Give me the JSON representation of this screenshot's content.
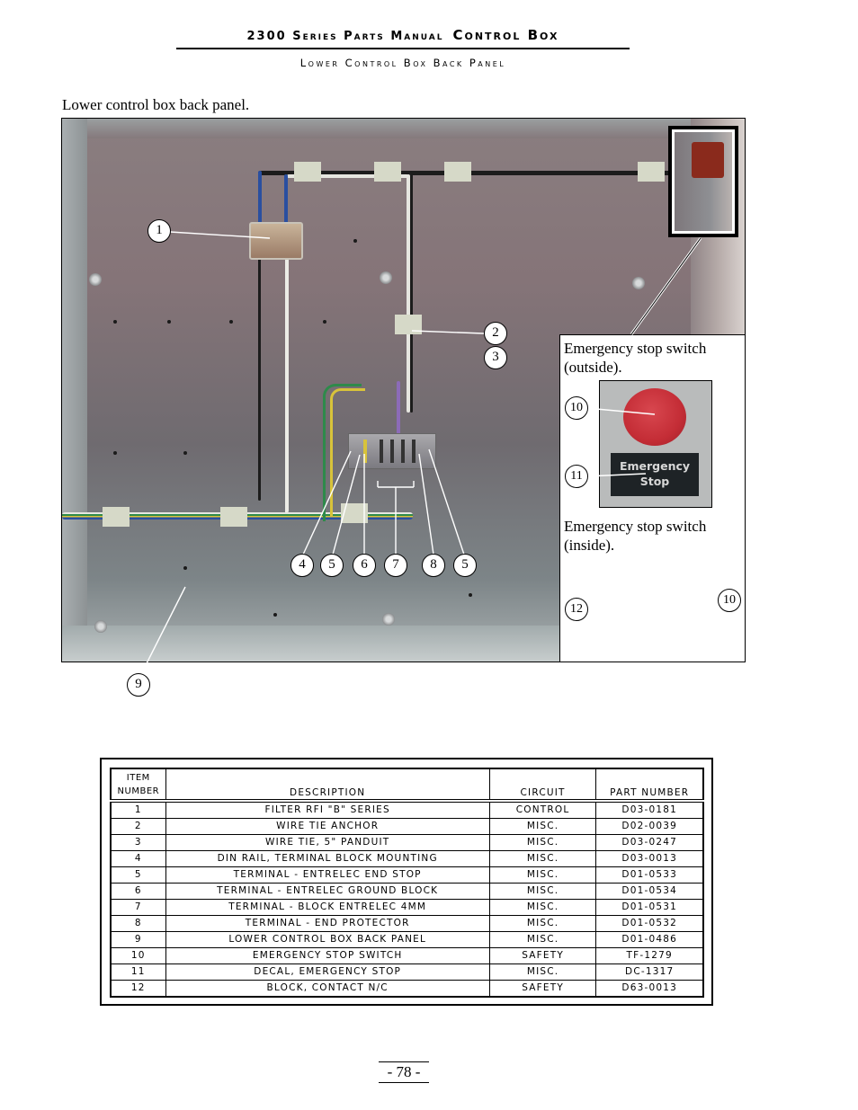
{
  "header": {
    "title_left": "2300 Series Parts Manual",
    "title_right": "Control Box",
    "subtitle": "Lower Control Box Back Panel"
  },
  "figure": {
    "caption": "Lower control box back panel.",
    "callouts": {
      "c1": "1",
      "c2": "2",
      "c3": "3",
      "c4": "4",
      "c5a": "5",
      "c6": "6",
      "c7": "7",
      "c8": "8",
      "c5b": "5",
      "c9": "9"
    },
    "estop_panel": {
      "outside_label_line1": "Emergency stop switch",
      "outside_label_line2": "(outside).",
      "decal_line1": "Emergency",
      "decal_line2": "Stop",
      "inside_label_line1": "Emergency stop switch",
      "inside_label_line2": "(inside).",
      "callouts": {
        "c10a": "10",
        "c11": "11",
        "c12": "12",
        "c10b": "10"
      }
    },
    "colors": {
      "estop_button": "#c42d36",
      "decal_bg": "#1e2326",
      "contact_block": "#a34f3c"
    }
  },
  "parts_table": {
    "headers": {
      "item_line1": "ITEM",
      "item_line2": "NUMBER",
      "description": "DESCRIPTION",
      "circuit": "CIRCUIT",
      "part_number": "PART NUMBER"
    },
    "rows": [
      {
        "item": "1",
        "description": "FILTER RFI \"B\" SERIES",
        "circuit": "CONTROL",
        "part_number": "D03-0181"
      },
      {
        "item": "2",
        "description": "WIRE TIE ANCHOR",
        "circuit": "MISC.",
        "part_number": "D02-0039"
      },
      {
        "item": "3",
        "description": "WIRE TIE, 5\" PANDUIT",
        "circuit": "MISC.",
        "part_number": "D03-0247"
      },
      {
        "item": "4",
        "description": "DIN RAIL, TERMINAL BLOCK MOUNTING",
        "circuit": "MISC.",
        "part_number": "D03-0013"
      },
      {
        "item": "5",
        "description": "TERMINAL - ENTRELEC END STOP",
        "circuit": "MISC.",
        "part_number": "D01-0533"
      },
      {
        "item": "6",
        "description": "TERMINAL - ENTRELEC GROUND BLOCK",
        "circuit": "MISC.",
        "part_number": "D01-0534"
      },
      {
        "item": "7",
        "description": "TERMINAL - BLOCK ENTRELEC 4MM",
        "circuit": "MISC.",
        "part_number": "D01-0531"
      },
      {
        "item": "8",
        "description": "TERMINAL - END PROTECTOR",
        "circuit": "MISC.",
        "part_number": "D01-0532"
      },
      {
        "item": "9",
        "description": "LOWER CONTROL BOX BACK PANEL",
        "circuit": "MISC.",
        "part_number": "D01-0486"
      },
      {
        "item": "10",
        "description": "EMERGENCY STOP SWITCH",
        "circuit": "SAFETY",
        "part_number": "TF-1279"
      },
      {
        "item": "11",
        "description": "DECAL, EMERGENCY STOP",
        "circuit": "MISC.",
        "part_number": "DC-1317"
      },
      {
        "item": "12",
        "description": "BLOCK, CONTACT N/C",
        "circuit": "SAFETY",
        "part_number": "D63-0013"
      }
    ]
  },
  "footer": {
    "page_number": "- 78 -"
  }
}
